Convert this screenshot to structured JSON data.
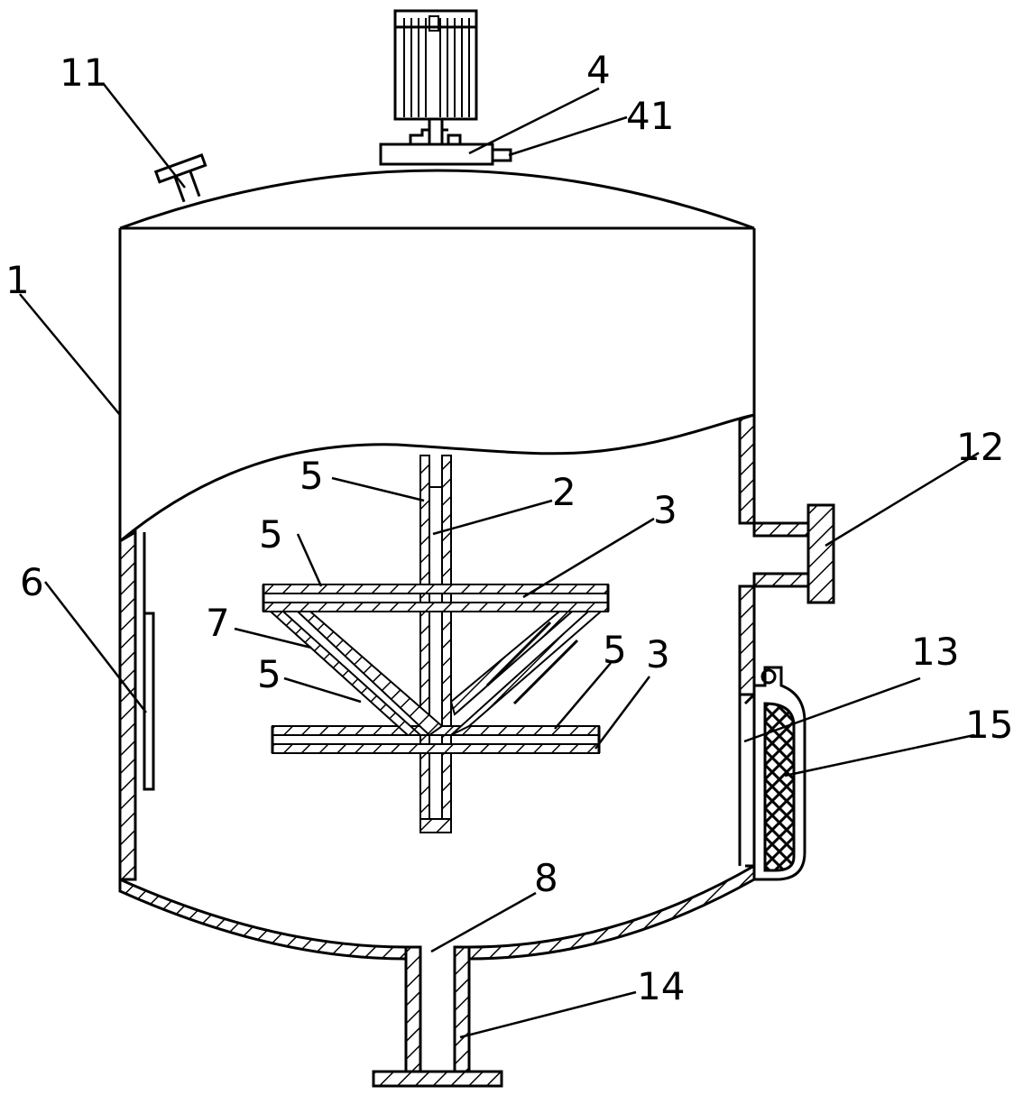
{
  "labels": {
    "l1": "1",
    "l2": "2",
    "l3a": "3",
    "l3b": "3",
    "l4": "4",
    "l41": "41",
    "l5a": "5",
    "l5b": "5",
    "l5c": "5",
    "l5d": "5",
    "l6": "6",
    "l7": "7",
    "l8": "8",
    "l11": "11",
    "l12": "12",
    "l13": "13",
    "l14": "14",
    "l15": "15"
  },
  "colors": {
    "stroke": "#000000",
    "background": "#ffffff"
  }
}
